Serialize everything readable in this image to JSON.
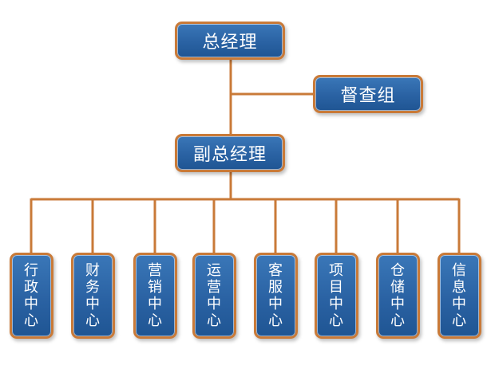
{
  "colors": {
    "line": "#c97a38",
    "box_border": "#c97a38",
    "box_fill": "#2a62a3",
    "text": "#ffffff"
  },
  "top": {
    "label": "总经理"
  },
  "supervision": {
    "label": "督查组"
  },
  "deputy": {
    "label": "副总经理"
  },
  "centers": [
    {
      "label": "行政中心"
    },
    {
      "label": "财务中心"
    },
    {
      "label": "营销中心"
    },
    {
      "label": "运营中心"
    },
    {
      "label": "客服中心"
    },
    {
      "label": "项目中心"
    },
    {
      "label": "仓储中心"
    },
    {
      "label": "信息中心"
    }
  ]
}
